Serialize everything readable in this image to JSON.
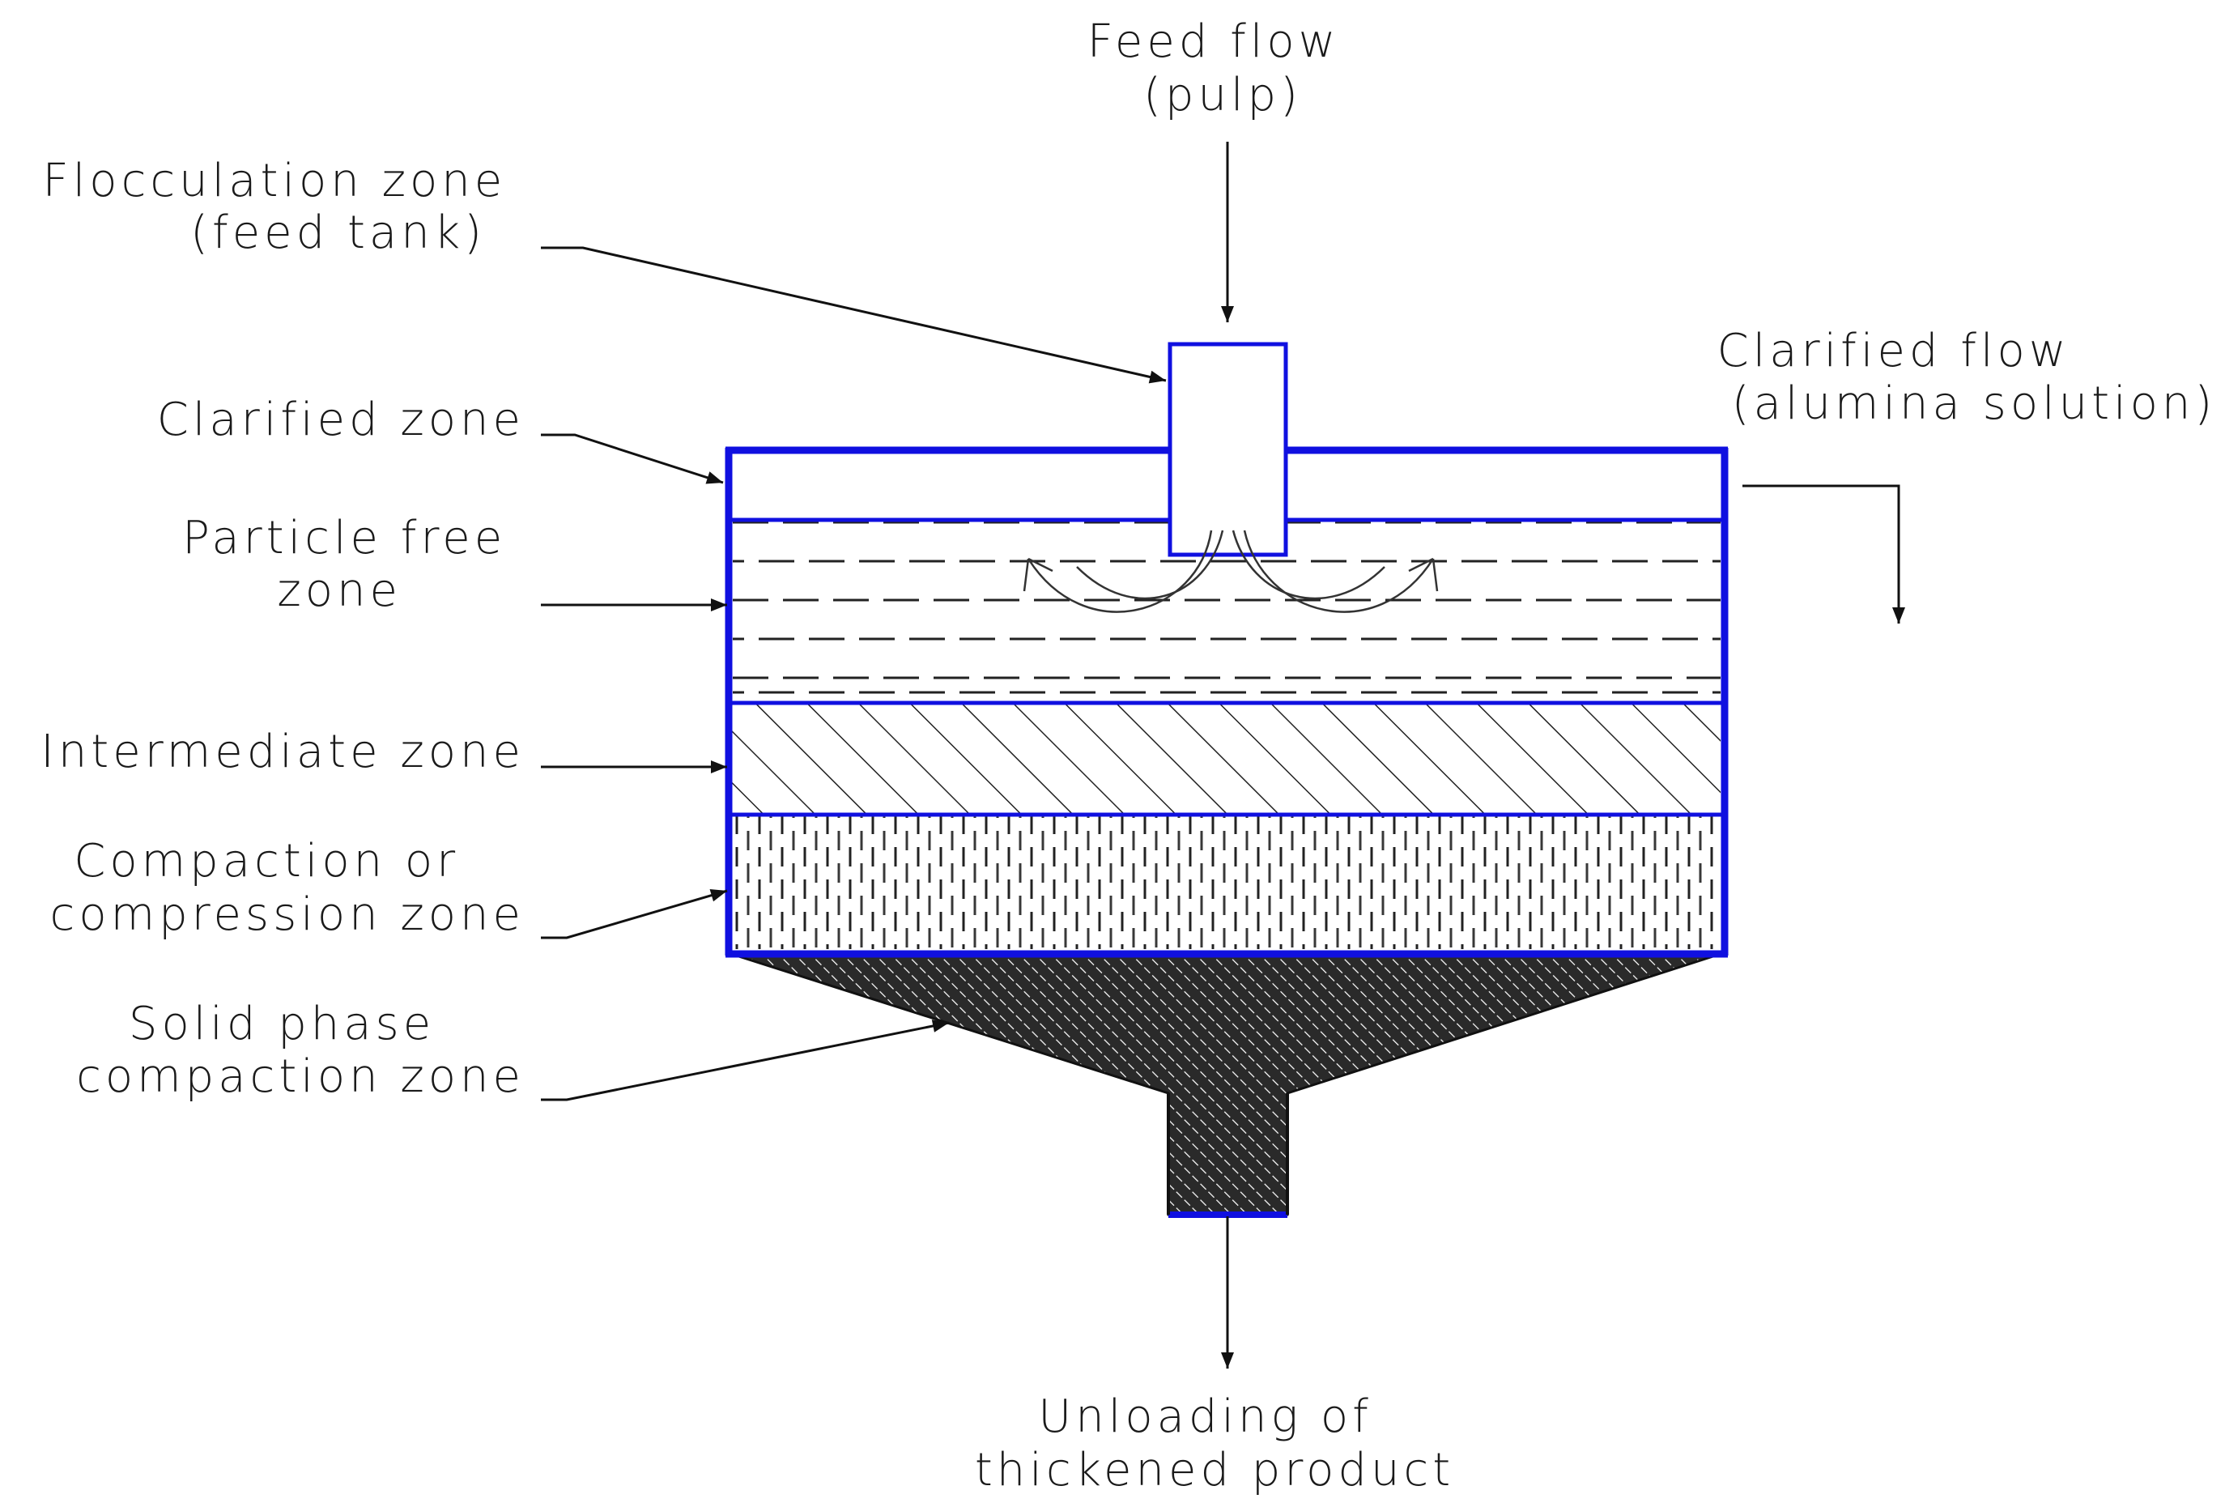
{
  "labels": {
    "feed_flow": {
      "line1": "Feed flow",
      "line2": "(pulp)"
    },
    "flocculation_zone": {
      "line1": "Flocculation zone",
      "line2": "(feed tank)"
    },
    "clarified_flow": {
      "line1": "Clarified flow",
      "line2": "(alumina solution)"
    },
    "clarified_zone": {
      "line1": "Clarified zone"
    },
    "particle_free_zone": {
      "line1": "Particle free",
      "line2": "zone"
    },
    "intermediate_zone": {
      "line1": "Intermediate zone"
    },
    "compaction_zone": {
      "line1": "Compaction or",
      "line2": "compression zone"
    },
    "solid_phase_zone": {
      "line1": "Solid phase",
      "line2": "compaction zone"
    },
    "unloading": {
      "line1": "Unloading of",
      "line2": "thickened product"
    }
  },
  "colors": {
    "tank_outline": "#1010e0",
    "line": "#111111",
    "sediment_fill": "#2a2a2a"
  }
}
